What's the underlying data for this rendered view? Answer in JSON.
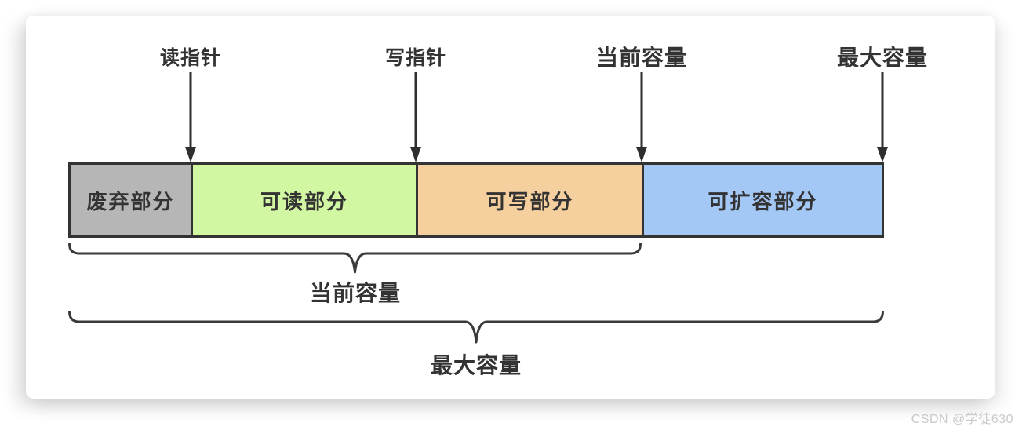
{
  "diagram": {
    "pointers": [
      {
        "label": "读指针"
      },
      {
        "label": "写指针"
      },
      {
        "label": "当前容量"
      },
      {
        "label": "最大容量"
      }
    ],
    "segments": [
      {
        "label": "废弃部分",
        "color": "#b6b6b6"
      },
      {
        "label": "可读部分",
        "color": "#d2f7a2"
      },
      {
        "label": "可写部分",
        "color": "#f6cf9e"
      },
      {
        "label": "可扩容部分",
        "color": "#a4c8f5"
      }
    ],
    "braces": [
      {
        "label": "当前容量"
      },
      {
        "label": "最大容量"
      }
    ],
    "colors": {
      "outline": "#333333",
      "arrow": "#2e2e2e",
      "label_text": "#333333",
      "watermark_text": "#c9c9c9"
    }
  },
  "watermark": {
    "text": "CSDN @学徒630"
  }
}
